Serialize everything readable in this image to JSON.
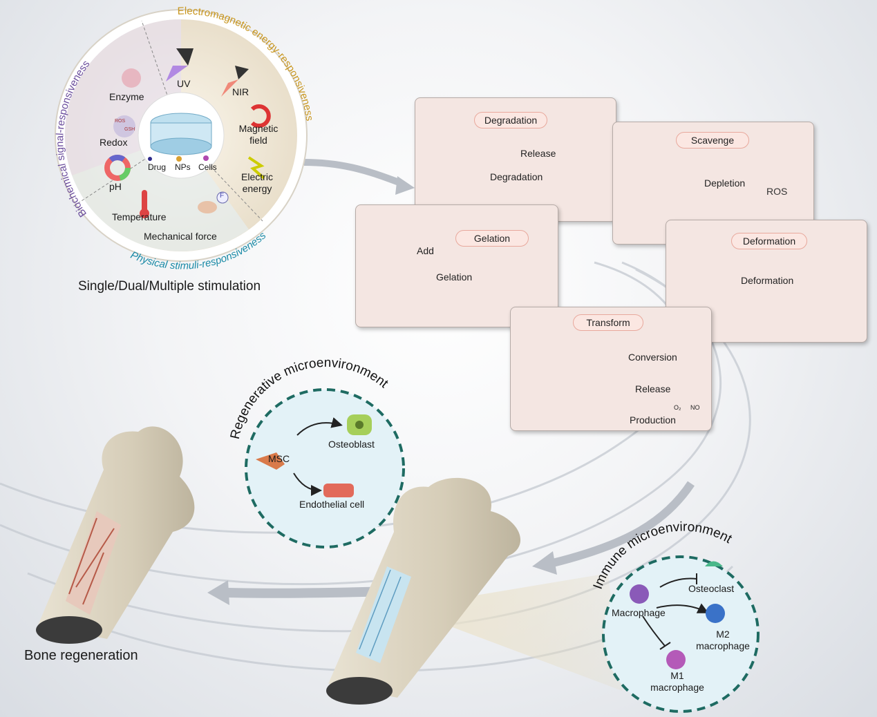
{
  "wheel": {
    "sectors": {
      "biochemical": "Biochemical signal-responsiveness",
      "electromagnetic": "Electromagnetic energy-responsiveness",
      "physical": "Physical stimuli-responsiveness"
    },
    "biochemical_items": [
      "Enzyme",
      "Redox",
      "pH"
    ],
    "electromagnetic_items": [
      "UV",
      "NIR",
      "Magnetic field",
      "Electric energy"
    ],
    "physical_items": [
      "Temperature",
      "Mechanical force"
    ],
    "center_items": [
      "Drug",
      "NPs",
      "Cells"
    ],
    "icon_labels": {
      "ros": "ROS",
      "gsh": "GSH",
      "force": "F"
    },
    "caption": "Single/Dual/Multiple stimulation"
  },
  "panels": {
    "degradation": {
      "title": "Degradation",
      "release": "Release",
      "process": "Degradation"
    },
    "scavenge": {
      "title": "Scavenge",
      "process": "Depletion",
      "ros": "ROS"
    },
    "gelation": {
      "title": "Gelation",
      "add": "Add",
      "process": "Gelation"
    },
    "deformation": {
      "title": "Deformation",
      "process": "Deformation"
    },
    "transform": {
      "title": "Transform",
      "conversion": "Conversion",
      "release": "Release",
      "production": "Production",
      "o2": "O₂",
      "no": "NO"
    }
  },
  "regenerative": {
    "title": "Regenerative microenvironment",
    "msc": "MSC",
    "osteoblast": "Osteoblast",
    "endothelial": "Endothelial cell"
  },
  "immune": {
    "title": "Immune microenvironment",
    "macrophage": "Macrophage",
    "osteoclast": "Osteoclast",
    "m2": "M2 macrophage",
    "m1": "M1 macrophage"
  },
  "bone_label": "Bone regeneration",
  "colors": {
    "biochemical": "#6a4c9c",
    "electromagnetic": "#c8961e",
    "physical": "#1a8aa6",
    "panel_bg": "#f4e6e2",
    "dashed_circle": "#1e6b62"
  }
}
